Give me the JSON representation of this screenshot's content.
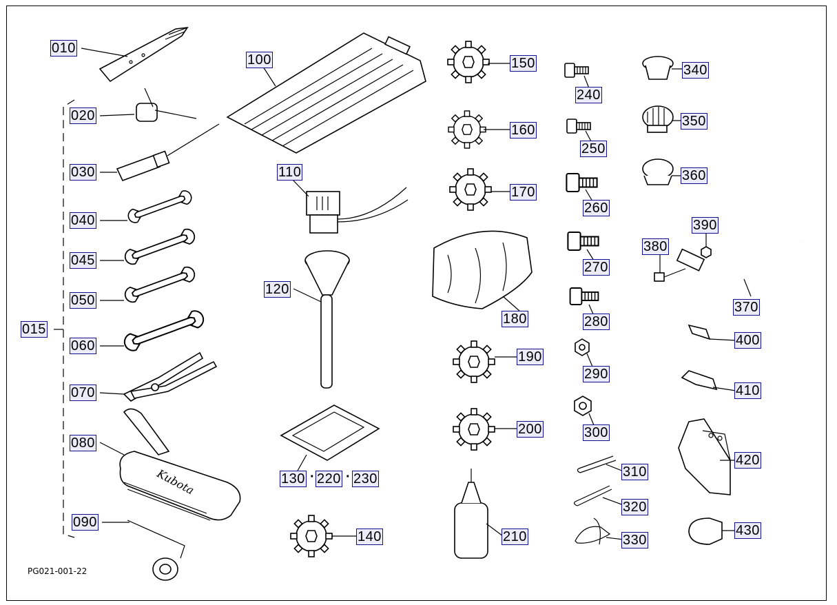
{
  "figure_code": "PG021-001-22",
  "callouts": {
    "c010": "010",
    "c015": "015",
    "c020": "020",
    "c030": "030",
    "c040": "040",
    "c045": "045",
    "c050": "050",
    "c060": "060",
    "c070": "070",
    "c080": "080",
    "c090": "090",
    "c100": "100",
    "c110": "110",
    "c120": "120",
    "c130": "130",
    "c220": "220",
    "c230": "230",
    "c140": "140",
    "c150": "150",
    "c160": "160",
    "c170": "170",
    "c180": "180",
    "c190": "190",
    "c200": "200",
    "c210": "210",
    "c240": "240",
    "c250": "250",
    "c260": "260",
    "c270": "270",
    "c280": "280",
    "c290": "290",
    "c300": "300",
    "c310": "310",
    "c320": "320",
    "c330": "330",
    "c340": "340",
    "c350": "350",
    "c360": "360",
    "c370": "370",
    "c380": "380",
    "c390": "390",
    "c400": "400",
    "c410": "410",
    "c420": "420",
    "c430": "430"
  },
  "pouch_brand": "Kubota",
  "separator": "·"
}
